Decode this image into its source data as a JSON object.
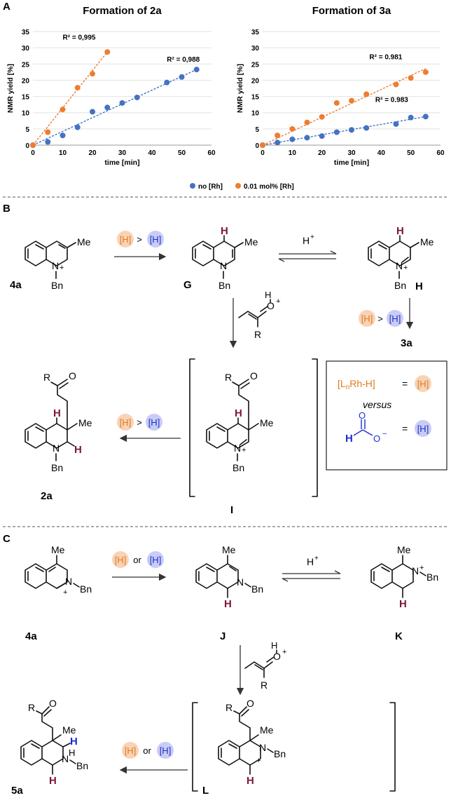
{
  "colors": {
    "no_rh": "#4472C4",
    "rh": "#ED7D31",
    "orange_text": "#E07A1F",
    "blue_text": "#1A2FD0",
    "orange_circle": "#F9D3B6",
    "blue_circle": "#C9CCF5",
    "maroon_h": "#7A1740"
  },
  "panel_a": {
    "label": "A"
  },
  "panel_b": {
    "label": "B"
  },
  "panel_c": {
    "label": "C"
  },
  "legend": {
    "no_rh": "no [Rh]",
    "rh": "0.01 mol% [Rh]"
  },
  "chart_data": [
    {
      "type": "scatter",
      "title": "Formation of 2a",
      "xlabel": "time [min]",
      "ylabel": "NMR yield [%]",
      "xlim": [
        0,
        60
      ],
      "ylim": [
        0,
        35
      ],
      "xticks": [
        "0",
        "10",
        "20",
        "30",
        "40",
        "50",
        "60"
      ],
      "yticks": [
        "0",
        "5",
        "10",
        "15",
        "20",
        "25",
        "30",
        "35"
      ],
      "series": [
        {
          "name": "no [Rh]",
          "x": [
            0,
            5,
            10,
            15,
            20,
            25,
            30,
            35,
            45,
            50,
            55
          ],
          "y": [
            0,
            1,
            3,
            5.5,
            10.3,
            11.6,
            13,
            14.7,
            19.3,
            21,
            23.3
          ],
          "trend": [
            [
              0,
              0
            ],
            [
              55,
              23.3
            ]
          ],
          "r2": "R² = 0,988"
        },
        {
          "name": "0.01 mol% [Rh]",
          "x": [
            0,
            5,
            10,
            15,
            20,
            25
          ],
          "y": [
            0,
            4,
            11,
            17.7,
            22,
            28.7
          ],
          "trend": [
            [
              0,
              0
            ],
            [
              25,
              28.7
            ]
          ],
          "r2": "R² = 0,995"
        }
      ]
    },
    {
      "type": "scatter",
      "title": "Formation of 3a",
      "xlabel": "time [min]",
      "ylabel": "NMR yield [%]",
      "xlim": [
        0,
        60
      ],
      "ylim": [
        0,
        35
      ],
      "xticks": [
        "0",
        "10",
        "20",
        "30",
        "40",
        "50",
        "60"
      ],
      "yticks": [
        "0",
        "5",
        "10",
        "15",
        "20",
        "25",
        "30",
        "35"
      ],
      "series": [
        {
          "name": "no [Rh]",
          "x": [
            0,
            5,
            10,
            15,
            20,
            25,
            30,
            35,
            45,
            50,
            55
          ],
          "y": [
            0,
            0.8,
            1.8,
            2.3,
            2.8,
            4,
            4.7,
            5.3,
            6.5,
            8.5,
            8.8
          ],
          "trend": [
            [
              0,
              0
            ],
            [
              55,
              8.8
            ]
          ],
          "r2": "R² = 0.983"
        },
        {
          "name": "0.01 mol% [Rh]",
          "x": [
            0,
            5,
            10,
            15,
            20,
            25,
            30,
            35,
            45,
            50,
            55
          ],
          "y": [
            0,
            3,
            5,
            7,
            8.7,
            13,
            13.7,
            15.7,
            18.7,
            20.7,
            22.5
          ],
          "trend": [
            [
              0,
              0
            ],
            [
              55,
              23.6
            ]
          ],
          "r2": "R² = 0.981"
        }
      ]
    }
  ],
  "text": {
    "hydride_orange": "[H]",
    "hydride_blue": "[H]",
    "gt": ">",
    "or": "or",
    "hplus": "H",
    "plus": "+",
    "me": "Me",
    "bn": "Bn",
    "n": "N",
    "o": "O",
    "r": "R",
    "h": "H",
    "minus": "−",
    "c4a_1": "4a",
    "cG": "G",
    "cH": "H",
    "c3a": "3a",
    "c2a": "2a",
    "cI": "I",
    "c4a_2": "4a",
    "cJ": "J",
    "cK": "K",
    "c5a": "5a",
    "cL": "L",
    "rh_hydride": "[L",
    "rh_sub": "n",
    "rh_rest": "Rh-H]",
    "equals": "=",
    "versus": "versus"
  }
}
